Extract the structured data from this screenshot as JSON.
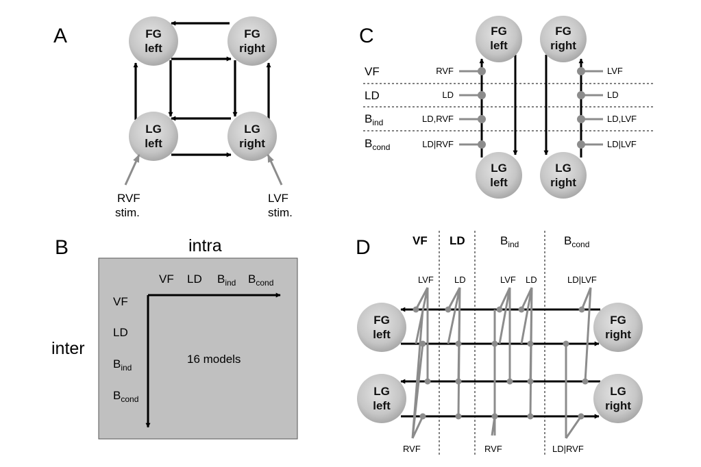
{
  "panels": {
    "A": {
      "letter": "A",
      "nodes": {
        "fg_left": [
          "FG",
          "left"
        ],
        "fg_right": [
          "FG",
          "right"
        ],
        "lg_left": [
          "LG",
          "left"
        ],
        "lg_right": [
          "LG",
          "right"
        ]
      },
      "stim_left": [
        "RVF",
        "stim."
      ],
      "stim_right": [
        "LVF",
        "stim."
      ]
    },
    "B": {
      "letter": "B",
      "intra": "intra",
      "inter": "inter",
      "columns": [
        "VF",
        "LD",
        "Bind",
        "Bcond"
      ],
      "rows": [
        "VF",
        "LD",
        "Bind",
        "Bcond"
      ],
      "center": "16 models"
    },
    "C": {
      "letter": "C",
      "row_labels": [
        "VF",
        "LD",
        "Bind",
        "Bcond"
      ],
      "left_labels": [
        "RVF",
        "LD",
        "LD,RVF",
        "LD|RVF"
      ],
      "right_labels": [
        "LVF",
        "LD",
        "LD,LVF",
        "LD|LVF"
      ]
    },
    "D": {
      "letter": "D",
      "headers": [
        "VF",
        "LD",
        "Bind",
        "Bcond"
      ],
      "top_labels": [
        "LVF",
        "LD",
        "LVF",
        "LD",
        "LD|LVF"
      ],
      "bottom_labels": [
        "RVF",
        "RVF",
        "LD|RVF"
      ]
    }
  },
  "colors": {
    "node_fill": "#c8c8c8",
    "gray_line": "#8c8c8c",
    "box_fill": "#c0c0c0"
  }
}
